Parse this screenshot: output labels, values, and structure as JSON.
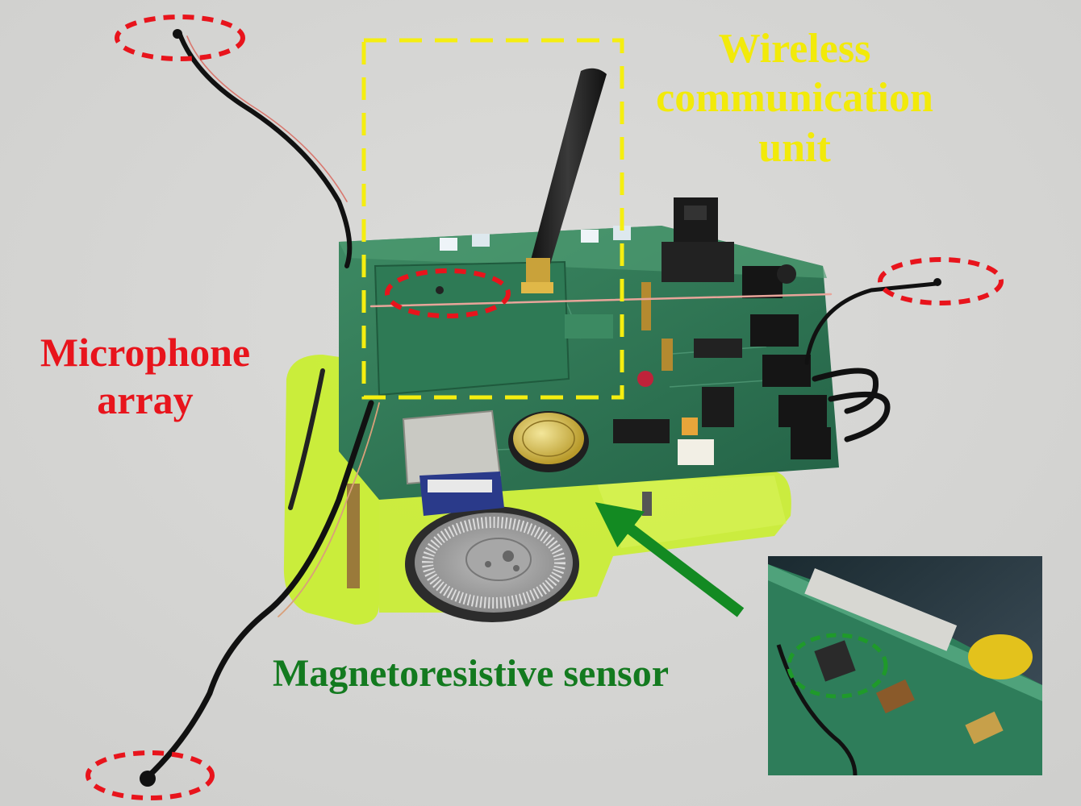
{
  "labels": {
    "wireless": [
      "Wireless",
      "communication",
      "unit"
    ],
    "microphone": [
      "Microphone",
      "array"
    ],
    "magnetoresistive": "Magnetoresistive sensor"
  },
  "colors": {
    "background": "#d6d6d4",
    "wireless_label": "#f2ea0a",
    "microphone_label": "#e8141c",
    "magnetoresistive_label": "#137a1f",
    "yellow_dashed_box": "#f5ee10",
    "red_dashed_ellipse": "#e8141c",
    "green_dashed_ellipse": "#1f9a2a",
    "green_arrow": "#138a22",
    "pcb_green": "#2f7a55",
    "acrylic_chassis": "#c9ef2a"
  },
  "icons": [
    "antenna",
    "microphone",
    "coin-cell-battery",
    "sd-card",
    "wheel-encoder",
    "connector-jack"
  ]
}
